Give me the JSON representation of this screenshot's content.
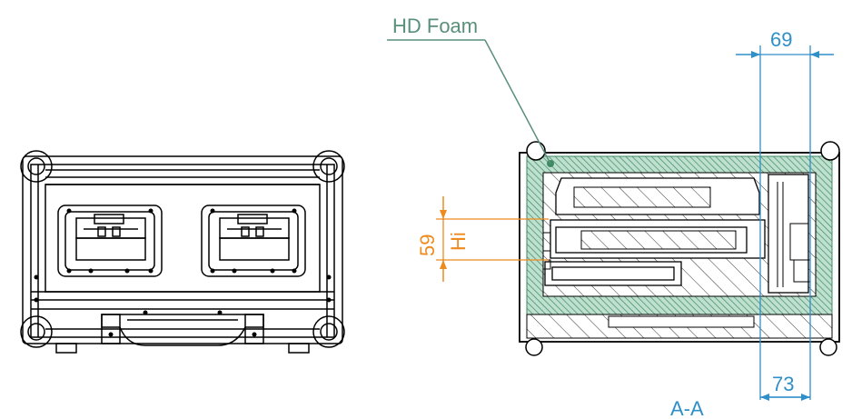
{
  "labels": {
    "foam": "HD Foam",
    "section": "A-A"
  },
  "dimensions": {
    "top_width": "69",
    "bottom_width": "73",
    "height_value": "59",
    "height_unit": "Hi"
  },
  "colors": {
    "outline": "#000000",
    "foam_leader": "#5a8f7b",
    "foam_fill": "#3d8a63",
    "dimension_blue": "#2f8fc8",
    "dimension_orange": "#ee8a1e",
    "background": "#ffffff"
  },
  "icons": [
    "arrow-left-icon",
    "arrow-right-icon",
    "arrow-up-icon",
    "arrow-down-icon"
  ]
}
